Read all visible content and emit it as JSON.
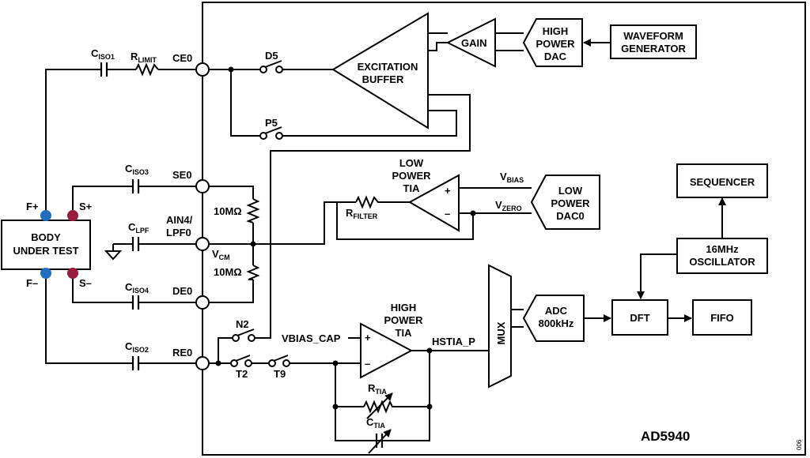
{
  "chip": {
    "name": "AD5940",
    "doc_number": "006"
  },
  "body_under_test": {
    "line1": "BODY",
    "line2": "UNDER TEST",
    "f_plus": "F+",
    "s_plus": "S+",
    "f_minus": "F–",
    "s_minus": "S–",
    "colors": {
      "force": "#1f6fc1",
      "sense": "#9b1b3c"
    }
  },
  "capacitors": {
    "ciso1": {
      "main": "C",
      "sub": "ISO1"
    },
    "ciso2": {
      "main": "C",
      "sub": "ISO2"
    },
    "ciso3": {
      "main": "C",
      "sub": "ISO3"
    },
    "ciso4": {
      "main": "C",
      "sub": "ISO4"
    },
    "clpf": {
      "main": "C",
      "sub": "LPF"
    },
    "ctia": {
      "main": "C",
      "sub": "TIA"
    }
  },
  "resistors": {
    "rlimit": {
      "main": "R",
      "sub": "LIMIT"
    },
    "rfilter": {
      "main": "R",
      "sub": "FILTER"
    },
    "rtia": {
      "main": "R",
      "sub": "TIA"
    },
    "r_top": "10MΩ",
    "r_bottom": "10MΩ"
  },
  "pins": {
    "ce0": "CE0",
    "se0": "SE0",
    "ain4_line1": "AIN4/",
    "ain4_line2": "LPF0",
    "de0": "DE0",
    "re0": "RE0"
  },
  "nodes": {
    "vcm_main": "V",
    "vcm_sub": "CM",
    "vbias_main": "V",
    "vbias_sub": "BIAS",
    "vzero_main": "V",
    "vzero_sub": "ZERO",
    "vbias_cap": "VBIAS_CAP",
    "hstia_p": "HSTIA_P"
  },
  "switches": {
    "d5": "D5",
    "p5": "P5",
    "n2": "N2",
    "t2": "T2",
    "t9": "T9"
  },
  "blocks": {
    "excitation_line1": "EXCITATION",
    "excitation_line2": "BUFFER",
    "gain": "GAIN",
    "hp_dac_line1": "HIGH",
    "hp_dac_line2": "POWER",
    "hp_dac_line3": "DAC",
    "waveform_line1": "WAVEFORM",
    "waveform_line2": "GENERATOR",
    "lp_tia_line1": "LOW",
    "lp_tia_line2": "POWER",
    "lp_tia_line3": "TIA",
    "lp_dac_line1": "LOW",
    "lp_dac_line2": "POWER",
    "lp_dac_line3": "DAC0",
    "hp_tia_line1": "HIGH",
    "hp_tia_line2": "POWER",
    "hp_tia_line3": "TIA",
    "mux": "MUX",
    "adc_line1": "ADC",
    "adc_line2": "800kHz",
    "dft": "DFT",
    "fifo": "FIFO",
    "sequencer": "SEQUENCER",
    "osc_line1": "16MHz",
    "osc_line2": "OSCILLATOR",
    "plus": "+",
    "minus": "–"
  }
}
